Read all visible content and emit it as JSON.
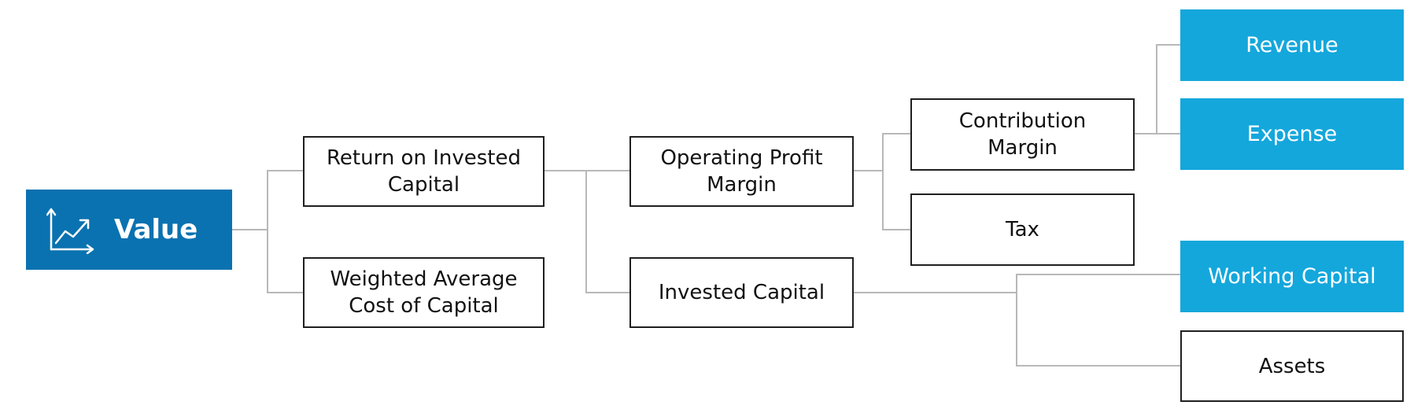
{
  "root": {
    "label": "Value",
    "icon": "trend-chart-icon"
  },
  "level1": [
    {
      "id": "roic",
      "label": "Return on Invested\nCapital"
    },
    {
      "id": "wacc",
      "label": "Weighted Average\nCost of Capital"
    }
  ],
  "level2": [
    {
      "id": "opm",
      "label": "Operating Profit\nMargin"
    },
    {
      "id": "ic",
      "label": "Invested Capital"
    }
  ],
  "level3": [
    {
      "id": "cm",
      "label": "Contribution\nMargin"
    },
    {
      "id": "tax",
      "label": "Tax"
    }
  ],
  "leaves": [
    {
      "id": "revenue",
      "label": "Revenue",
      "style": "filled"
    },
    {
      "id": "expense",
      "label": "Expense",
      "style": "filled"
    },
    {
      "id": "wc",
      "label": "Working Capital",
      "style": "filled"
    },
    {
      "id": "assets",
      "label": "Assets",
      "style": "outline"
    }
  ],
  "colors": {
    "root_fill": "#0a72b0",
    "leaf_fill": "#14a7dc",
    "connector": "#b8b8b8",
    "box_border": "#1f1f1f"
  }
}
